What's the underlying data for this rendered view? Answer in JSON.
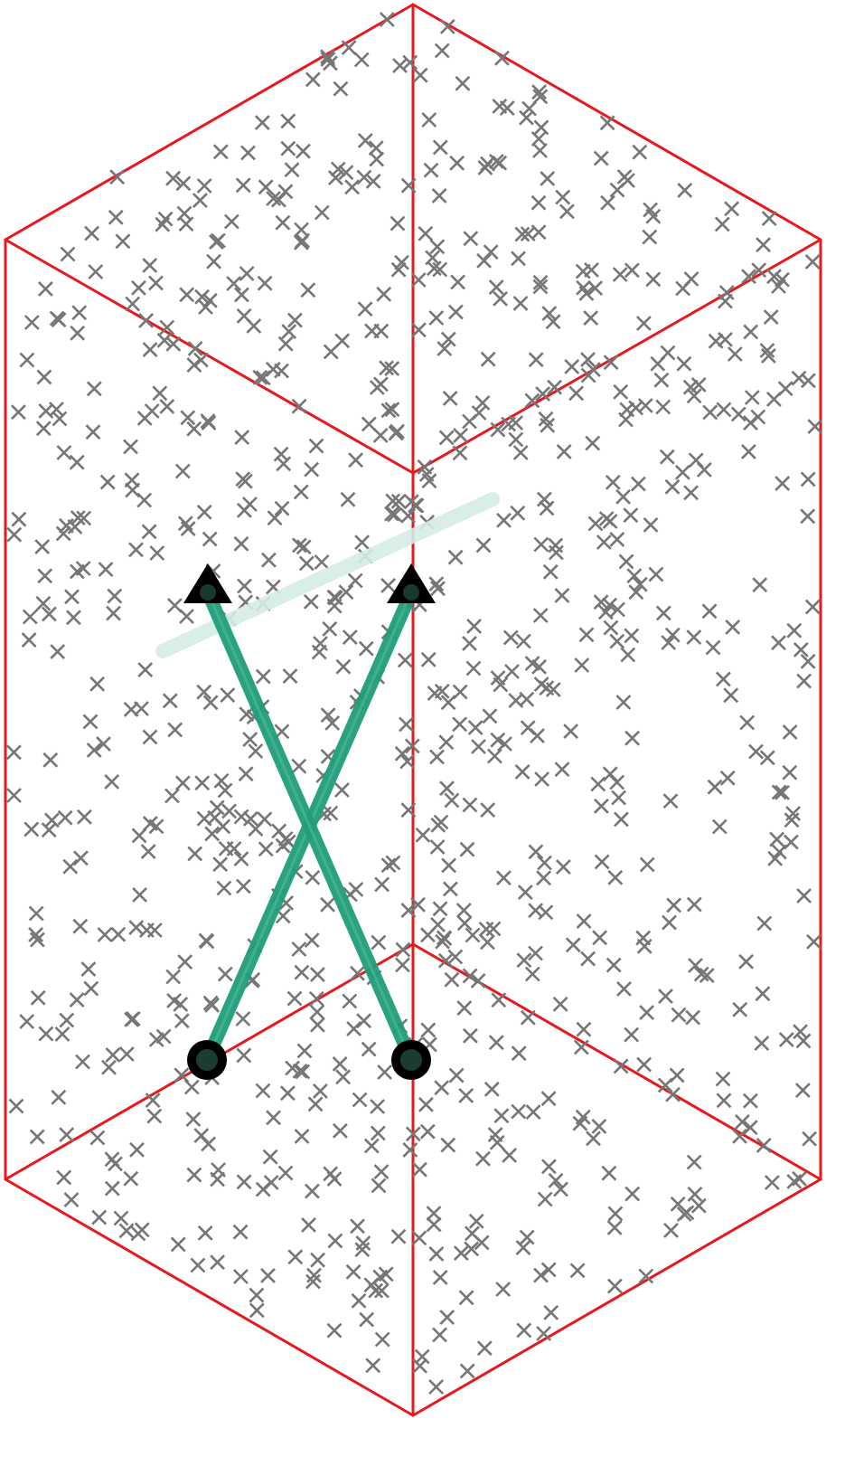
{
  "scene": {
    "kind": "3D box with scattered points and two crossing paths",
    "colors": {
      "box_edge": "#e8191c",
      "scatter_marker": "#767676",
      "path": "#1f9e7a",
      "faint_path": "#d4ede4",
      "endpoint": "#000000",
      "background": "#ffffff"
    },
    "box": {
      "edges": 12,
      "visible_edges": "all"
    },
    "scatter": {
      "marker": "x",
      "approx_count": 900
    },
    "paths": [
      {
        "start_marker": "circle",
        "end_marker": "triangle"
      },
      {
        "start_marker": "circle",
        "end_marker": "triangle"
      }
    ],
    "faint_segment": {
      "present": true
    },
    "text": []
  }
}
